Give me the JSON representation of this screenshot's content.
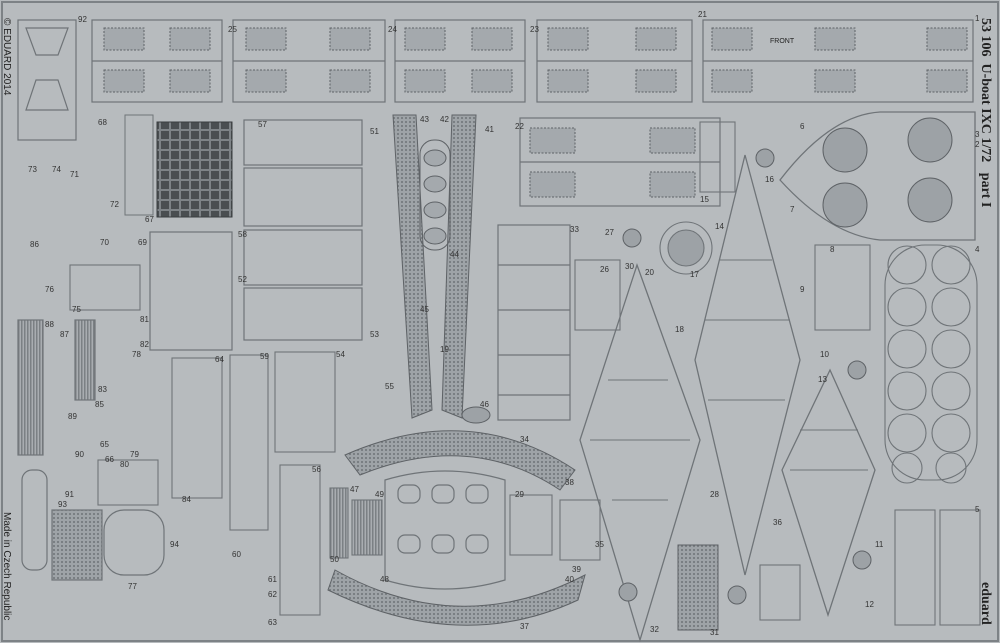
{
  "sheet": {
    "product_code": "53 106",
    "title": "U-boat IXC 1/72",
    "part": "part I",
    "copyright": "© EDUARD 2014",
    "made_in": "Made in Czech Republic",
    "brand": "eduard",
    "front_label": "FRONT"
  },
  "part_numbers": [
    "1",
    "2",
    "3",
    "4",
    "5",
    "6",
    "7",
    "8",
    "9",
    "10",
    "11",
    "12",
    "13",
    "14",
    "15",
    "16",
    "17",
    "18",
    "19",
    "20",
    "21",
    "22",
    "23",
    "24",
    "25",
    "26",
    "27",
    "28",
    "29",
    "30",
    "31",
    "32",
    "33",
    "34",
    "35",
    "36",
    "37",
    "38",
    "39",
    "40",
    "41",
    "42",
    "43",
    "44",
    "45",
    "46",
    "47",
    "48",
    "49",
    "50",
    "51",
    "52",
    "53",
    "54",
    "55",
    "56",
    "57",
    "58",
    "59",
    "60",
    "61",
    "62",
    "63",
    "64",
    "65",
    "66",
    "67",
    "68",
    "69",
    "70",
    "71",
    "72",
    "73",
    "74",
    "75",
    "76",
    "77",
    "78",
    "79",
    "80",
    "81",
    "82",
    "83",
    "84",
    "85",
    "86",
    "87",
    "88",
    "89",
    "90",
    "91",
    "92",
    "93",
    "94"
  ],
  "colors": {
    "fret": "#b7bbbe",
    "line": "#6f7478",
    "shade": "#9da2a6",
    "dark": "#3a3d40"
  }
}
